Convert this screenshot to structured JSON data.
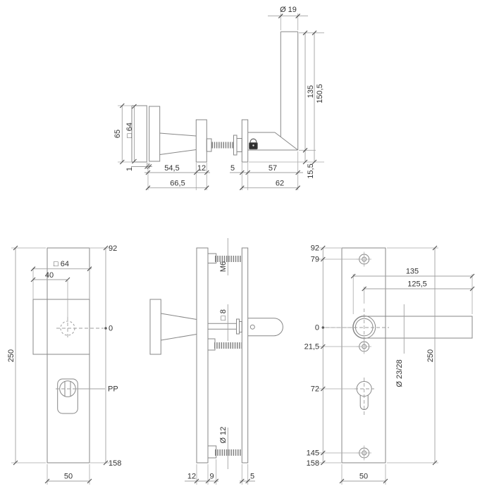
{
  "title": "Door handle set technical drawing",
  "colors": {
    "line": "#878787",
    "dimension": "#a0a0a0",
    "text": "#333333",
    "padlock_body": "#2f2f2f"
  },
  "icons": {
    "padlock": "security-padlock-icon"
  },
  "views": {
    "top": {
      "labels": {
        "dia19": "Ø 19",
        "len135": "135",
        "len150_5": "150,5",
        "len15_5": "15,5",
        "knob_h65": "65",
        "square64": "□ 64",
        "gap1": "1",
        "depth54_5": "54,5",
        "plate12": "12",
        "total66_5": "66,5",
        "plate5": "5",
        "arm57": "57",
        "total62": "62"
      }
    },
    "outside_face": {
      "labels": {
        "square64": "□ 64",
        "off40": "40",
        "top92": "92",
        "zero": "0",
        "bottom158": "158",
        "height250": "250",
        "width50": "50",
        "pp": "PP"
      }
    },
    "edge": {
      "labels": {
        "bolt_m6": "M6",
        "spindle8": "□ 8",
        "bolt12": "Ø 12",
        "plate12": "12",
        "block9": "9",
        "plate5": "5"
      }
    },
    "inside_face": {
      "labels": {
        "top92": "92",
        "screw79": "79",
        "zero": "0",
        "screw21_5": "21,5",
        "cyl72": "72",
        "screw145": "145",
        "bottom158": "158",
        "lever135": "135",
        "lever125_5": "125,5",
        "rose_dia": "Ø 23/28",
        "height250": "250",
        "width50": "50"
      }
    }
  }
}
